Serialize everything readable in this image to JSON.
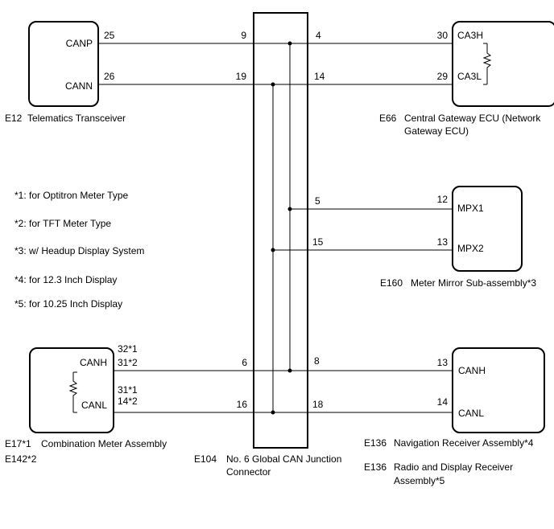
{
  "transceiver": {
    "code": "E12",
    "name": "Telematics Transceiver",
    "pins": [
      {
        "label": "CANP",
        "num": "25",
        "junction_pin": "9"
      },
      {
        "label": "CANN",
        "num": "26",
        "junction_pin": "19"
      }
    ]
  },
  "gateway": {
    "code": "E66",
    "name_line1": "Central Gateway ECU (Network",
    "name_line2": "Gateway ECU)",
    "pins": [
      {
        "label": "CA3H",
        "num": "30",
        "junction_pin": "4"
      },
      {
        "label": "CA3L",
        "num": "29",
        "junction_pin": "14"
      }
    ]
  },
  "meter_mirror": {
    "code": "E160",
    "name": "Meter Mirror Sub-assembly*3",
    "pins": [
      {
        "label": "MPX1",
        "num": "12",
        "junction_pin": "5"
      },
      {
        "label": "MPX2",
        "num": "13",
        "junction_pin": "15"
      }
    ]
  },
  "combination_meter": {
    "code_line1": "E17*1",
    "code_line2": "E142*2",
    "name": "Combination Meter Assembly",
    "pins": [
      {
        "label": "CANH",
        "num_line1": "32*1",
        "num_line2": "31*2",
        "junction_pin": "6"
      },
      {
        "label": "CANL",
        "num_line1": "31*1",
        "num_line2": "14*2",
        "junction_pin": "16"
      }
    ]
  },
  "navigation": {
    "code": "E136",
    "name": "Navigation Receiver Assembly*4",
    "alt_code": "E136",
    "alt_name_line1": "Radio and Display Receiver",
    "alt_name_line2": "Assembly*5",
    "pins": [
      {
        "label": "CANH",
        "num": "13",
        "junction_pin": "8"
      },
      {
        "label": "CANL",
        "num": "14",
        "junction_pin": "18"
      }
    ]
  },
  "junction": {
    "code": "E104",
    "name_line1": "No. 6 Global CAN Junction",
    "name_line2": "Connector"
  },
  "notes": [
    "*1: for Optitron Meter Type",
    "*2: for TFT Meter Type",
    "*3: w/ Headup Display System",
    "*4: for 12.3 Inch Display",
    "*5: for 10.25 Inch Display"
  ]
}
